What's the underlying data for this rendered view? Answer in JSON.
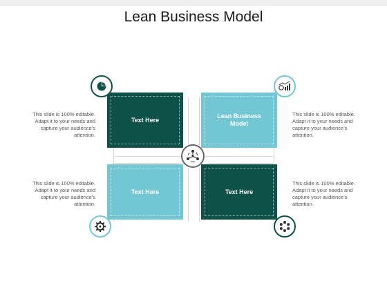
{
  "title": "Lean Business Model",
  "center": {
    "icon": "network-people-icon"
  },
  "quadrants": [
    {
      "id": "top-left",
      "label": "Text Here",
      "description": "This slide is 100% editable. Adapt it to your needs and capture your audience's attention.",
      "icon": "pie-chart-icon",
      "color": "#0d5148"
    },
    {
      "id": "top-right",
      "label": "Lean Business Model",
      "description": "This slide is 100% editable. Adapt it to your needs and capture your audience's attention.",
      "icon": "growth-chart-icon",
      "color": "#73c6d4"
    },
    {
      "id": "bottom-left",
      "label": "Text Here",
      "description": "This slide is 100% editable. Adapt it to your needs and capture your audience's attention.",
      "icon": "gear-icon",
      "color": "#73c6d4"
    },
    {
      "id": "bottom-right",
      "label": "Text Here",
      "description": "This slide is 100% editable. Adapt it to your needs and capture your audience's attention.",
      "icon": "dots-circle-icon",
      "color": "#0d5148"
    }
  ]
}
